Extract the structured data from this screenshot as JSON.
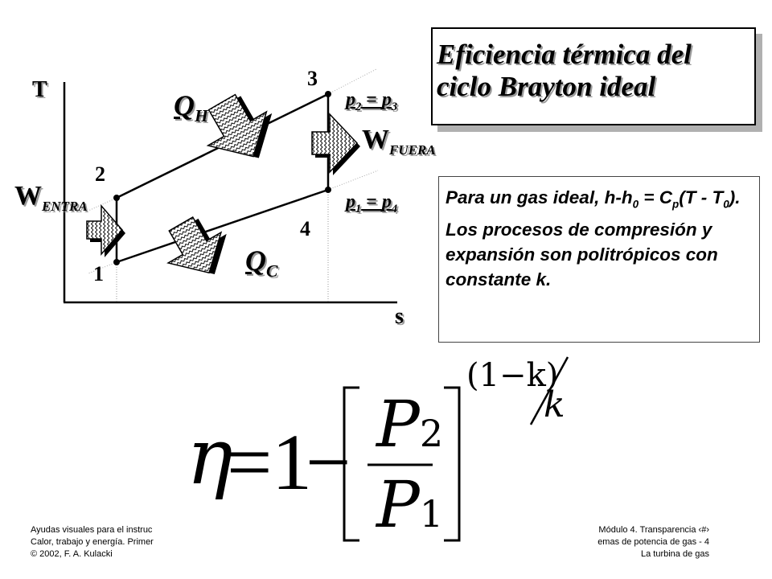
{
  "title": {
    "line1": "Eficiencia térmica del",
    "line2": "ciclo Brayton ideal"
  },
  "diagram": {
    "axis_y": "T",
    "axis_x": "s",
    "states": [
      "1",
      "2",
      "3",
      "4"
    ],
    "heat_in": {
      "main": "Q",
      "sub": "H"
    },
    "heat_out": {
      "main": "Q",
      "sub": "C"
    },
    "work_in": {
      "main": "W",
      "sub": "ENTRA"
    },
    "work_out": {
      "main": "W",
      "sub": "FUERA"
    },
    "isobar_high": {
      "p_a": "p",
      "a_sub": "2",
      "eq": " = ",
      "p_b": "p",
      "b_sub": "3"
    },
    "isobar_low": {
      "p_a": "p",
      "a_sub": "1",
      "eq": " = ",
      "p_b": "p",
      "b_sub": "4"
    }
  },
  "note": {
    "t1": "Para un gas ideal, h-h",
    "t1_sub": "0",
    "t2": " = C",
    "t2_sub": "p",
    "t3": "(T - T",
    "t3_sub": "0",
    "t4": ").  Los procesos de compresión y expansión  son politrópicos con constante  k."
  },
  "equation": {
    "eta": "η",
    "equals": "=",
    "one": "1",
    "minus": "−",
    "num_var": "P",
    "num_sub": "2",
    "den_var": "P",
    "den_sub": "1",
    "exp_num": "(1−k)",
    "exp_den": "k"
  },
  "footer": {
    "left_1": "Ayudas visuales para el instruc",
    "left_2": "Calor, trabajo y energía. Primer",
    "left_3": "© 2002, F. A. Kulacki",
    "right_1": "Módulo 4. Transparencia  ‹#›",
    "right_2": "emas de potencia de gas - 4",
    "right_3": "La turbina de gas"
  }
}
